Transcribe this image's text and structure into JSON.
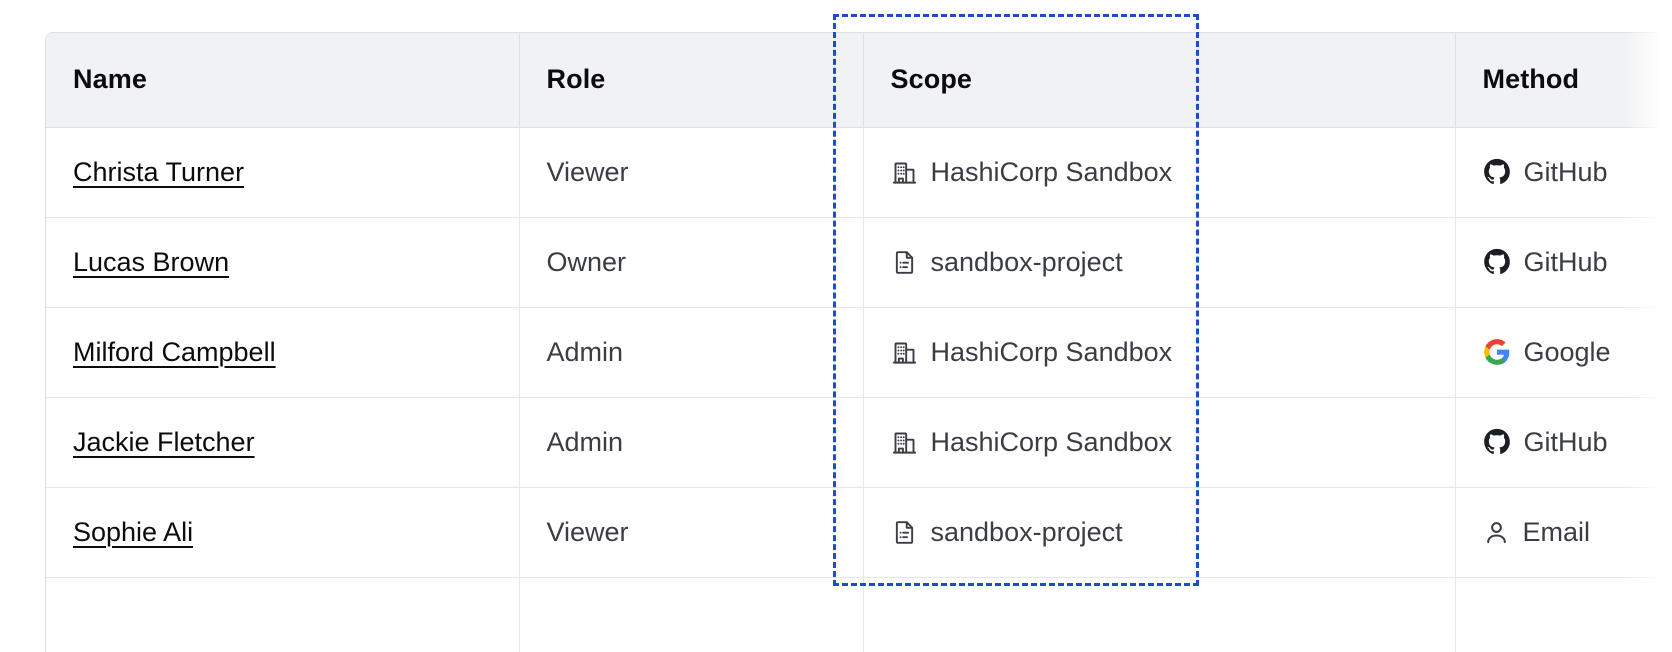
{
  "table": {
    "columns": [
      {
        "key": "name",
        "label": "Name"
      },
      {
        "key": "role",
        "label": "Role"
      },
      {
        "key": "scope",
        "label": "Scope"
      },
      {
        "key": "method",
        "label": "Method"
      }
    ],
    "rows": [
      {
        "name": "Christa Turner",
        "role": "Viewer",
        "scope": {
          "label": "HashiCorp Sandbox",
          "icon": "organization-icon"
        },
        "method": {
          "label": "GitHub",
          "icon": "github-icon"
        }
      },
      {
        "name": "Lucas Brown",
        "role": "Owner",
        "scope": {
          "label": "sandbox-project",
          "icon": "project-document-icon"
        },
        "method": {
          "label": "GitHub",
          "icon": "github-icon"
        }
      },
      {
        "name": "Milford Campbell",
        "role": "Admin",
        "scope": {
          "label": "HashiCorp Sandbox",
          "icon": "organization-icon"
        },
        "method": {
          "label": "Google",
          "icon": "google-icon"
        }
      },
      {
        "name": "Jackie Fletcher",
        "role": "Admin",
        "scope": {
          "label": "HashiCorp Sandbox",
          "icon": "organization-icon"
        },
        "method": {
          "label": "GitHub",
          "icon": "github-icon"
        }
      },
      {
        "name": "Sophie Ali",
        "role": "Viewer",
        "scope": {
          "label": "sandbox-project",
          "icon": "project-document-icon"
        },
        "method": {
          "label": "Email",
          "icon": "user-icon"
        }
      }
    ]
  },
  "selection": {
    "highlighted_column": "Scope",
    "border_color": "#1b4ccb",
    "style": "dashed"
  },
  "colors": {
    "header_background": "#f1f2f3",
    "header_text": "#0c0c0e",
    "body_text": "#3b3d45",
    "link_text": "#0c0c0e",
    "border": "#dedfe3",
    "row_border": "#e6e7ea",
    "page_background": "#ffffff",
    "google_red": "#ea4335",
    "google_yellow": "#fbbc05",
    "google_green": "#34a853",
    "google_blue": "#4285f4",
    "github_black": "#1b1f23"
  }
}
